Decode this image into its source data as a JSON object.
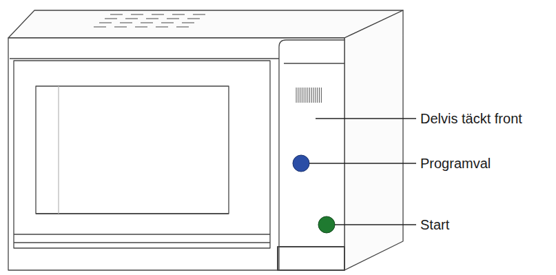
{
  "diagram": {
    "labels": [
      "Delvis täckt front",
      "Programval",
      "Start"
    ]
  }
}
